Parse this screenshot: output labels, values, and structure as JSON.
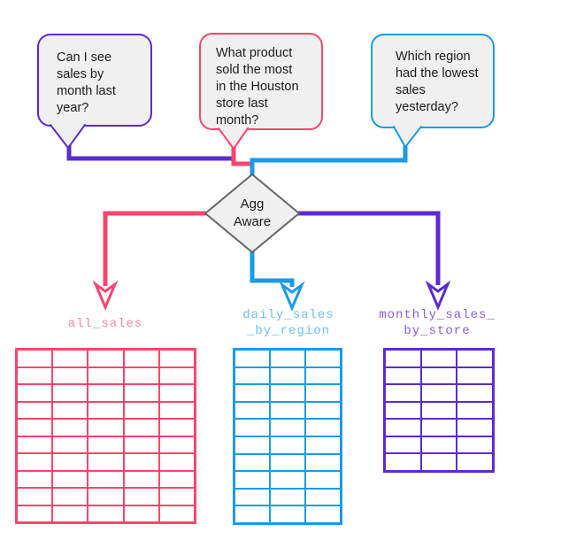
{
  "colors": {
    "purple": "#5B2BD0",
    "pink": "#F9466E",
    "blue": "#189BE8",
    "bubble_fill": "#F0F0F0",
    "diamond_fill": "#F0F0F0",
    "diamond_border": "#666666",
    "text": "#1C1C1C",
    "background": "#FFFFFF"
  },
  "bubbles": [
    {
      "question": "Can I see\nsales by\nmonth last\nyear?",
      "color": "#5B2BD0"
    },
    {
      "question": "What product\nsold the most\nin the Houston\nstore last\nmonth?",
      "color": "#F9466E"
    },
    {
      "question": "Which region\nhad the lowest\nsales\nyesterday?",
      "color": "#189BE8"
    }
  ],
  "diamond": {
    "label": "Agg\nAware"
  },
  "tables": [
    {
      "label": "all_sales",
      "columns": 5,
      "rows": 10,
      "color": "#F9466E",
      "label_color": "#F687A3"
    },
    {
      "label": "daily_sales\n_by_region",
      "columns": 3,
      "rows": 10,
      "color": "#189BE8",
      "label_color": "#6FC0F0"
    },
    {
      "label": "monthly_sales_\nby_store",
      "columns": 3,
      "rows": 7,
      "color": "#5B2BD0",
      "label_color": "#8B5ED8"
    }
  ]
}
